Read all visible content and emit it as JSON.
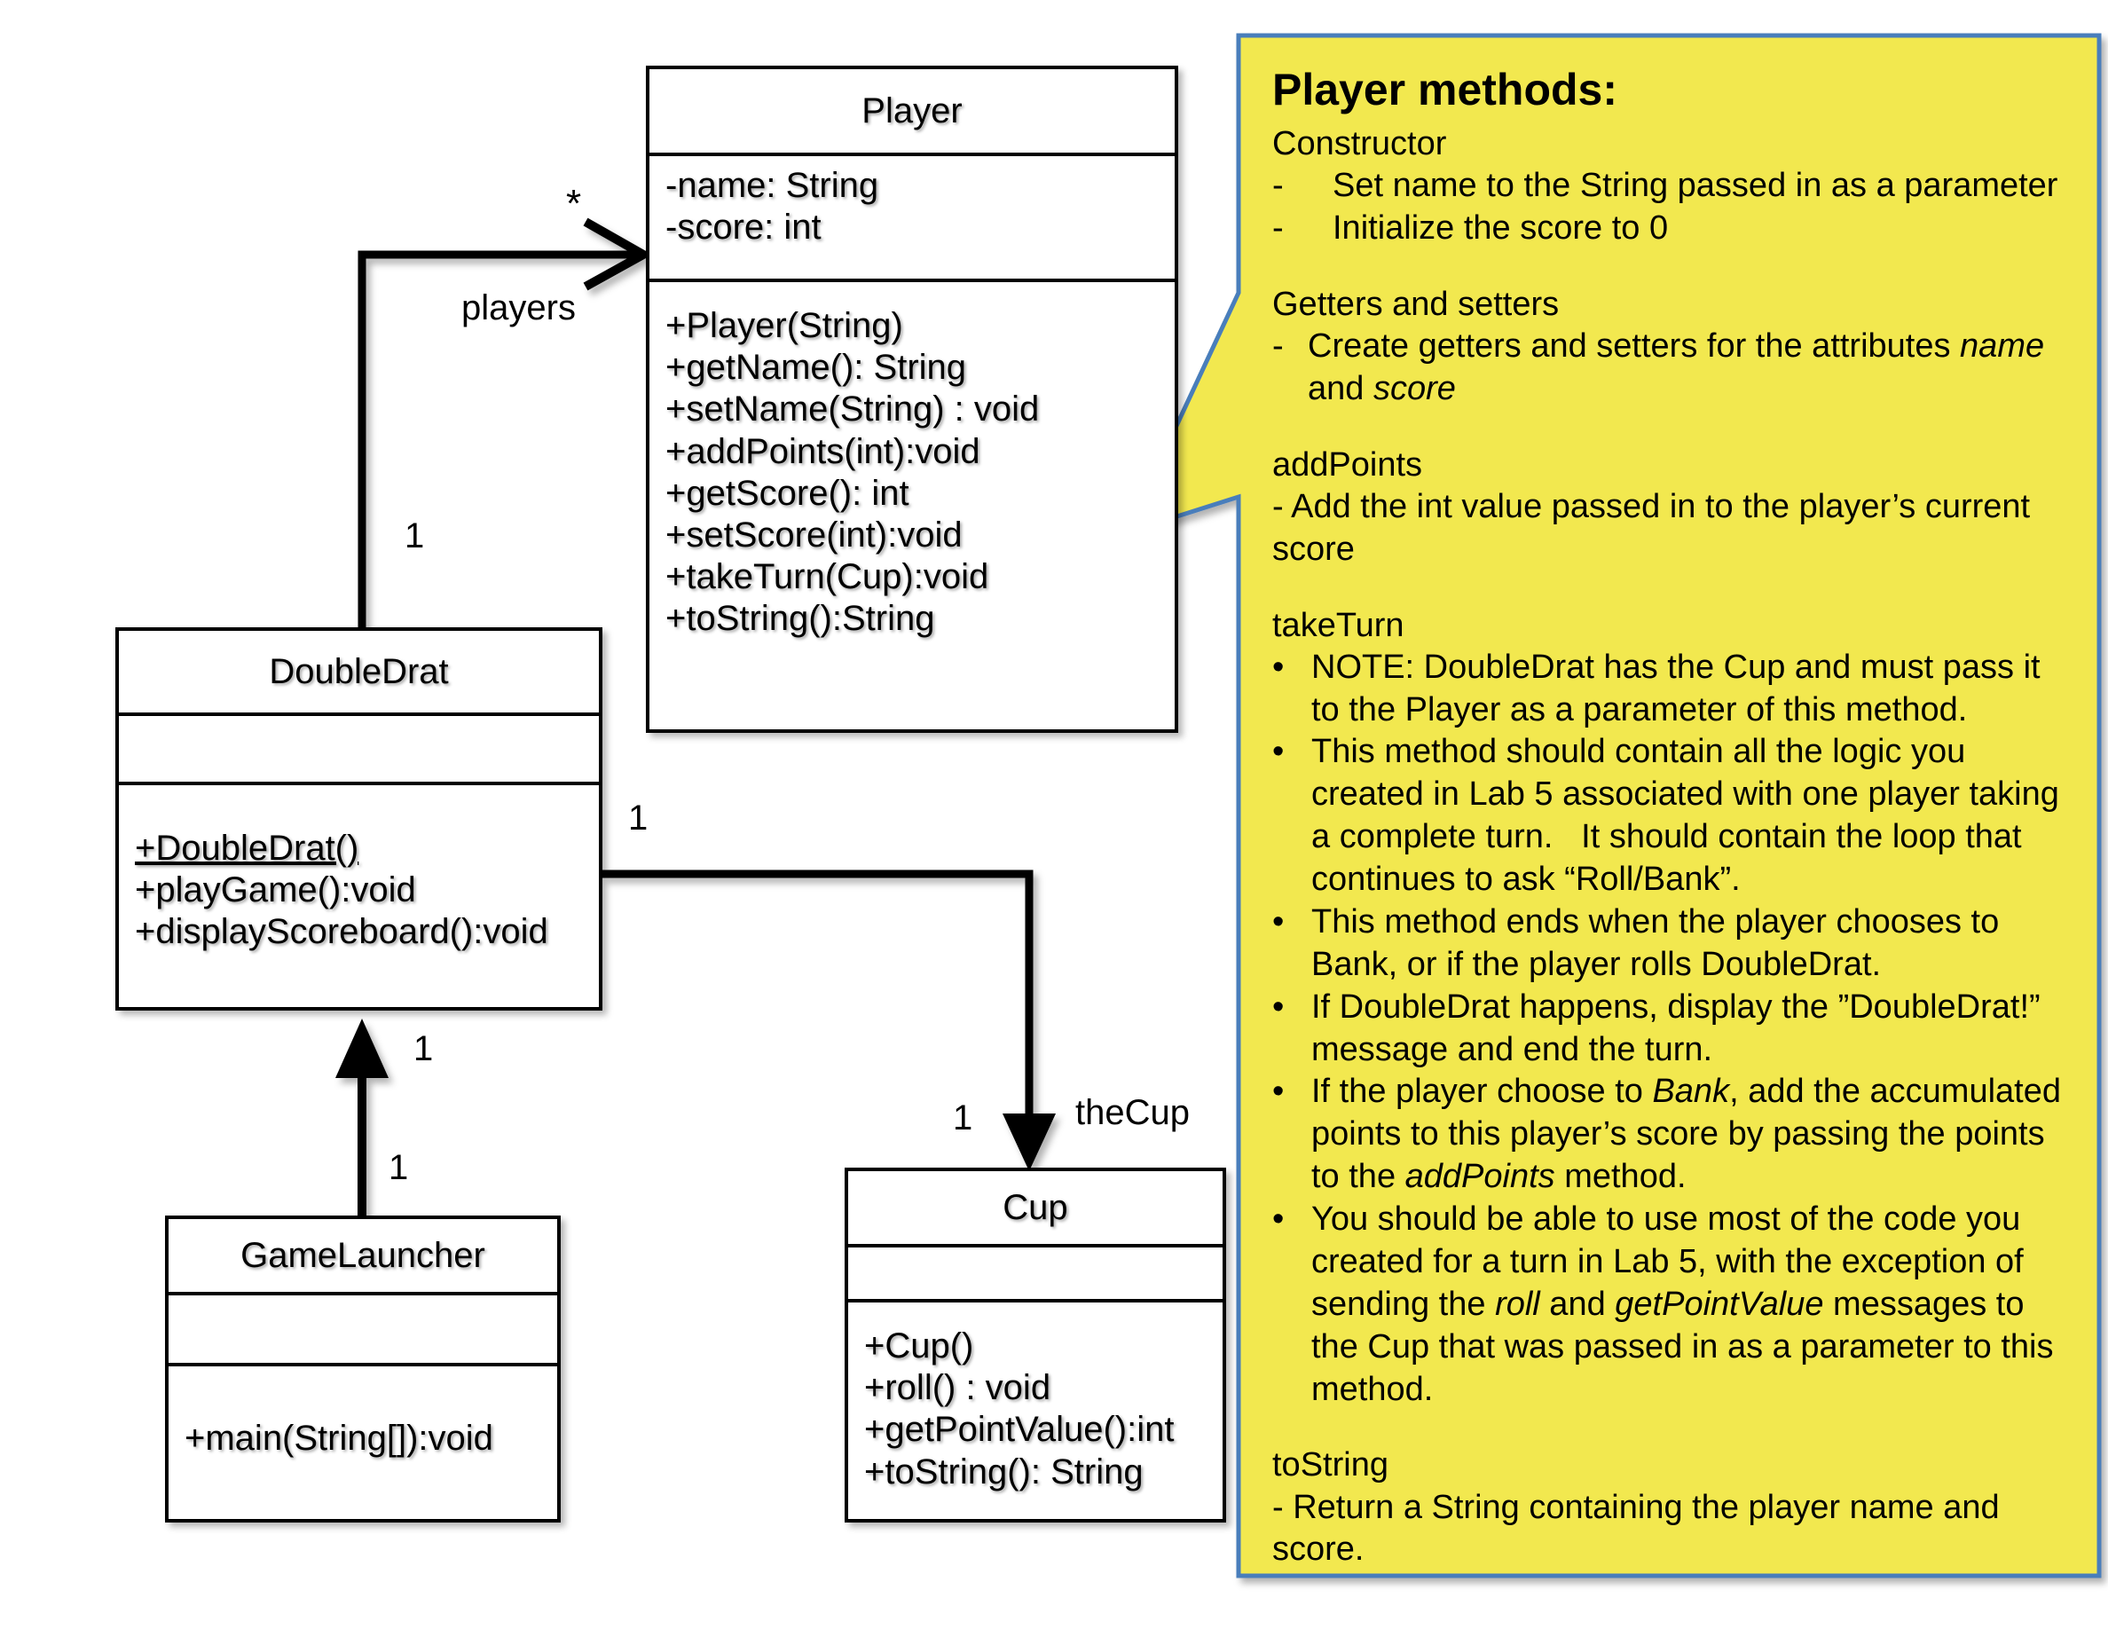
{
  "diagram": {
    "type": "uml-class-diagram",
    "classes": [
      {
        "id": "player",
        "name": "Player",
        "attributes": [
          "-name: String",
          "-score: int"
        ],
        "operations": [
          {
            "text": "+Player(String)",
            "static": false
          },
          {
            "text": "+getName(): String",
            "static": false
          },
          {
            "text": "+setName(String) : void",
            "static": false
          },
          {
            "text": "+addPoints(int):void",
            "static": false
          },
          {
            "text": "+getScore(): int",
            "static": false
          },
          {
            "text": "+setScore(int):void",
            "static": false
          },
          {
            "text": "+takeTurn(Cup):void",
            "static": false
          },
          {
            "text": "+toString():String",
            "static": false
          }
        ]
      },
      {
        "id": "doubledrat",
        "name": "DoubleDrat",
        "attributes": [],
        "operations": [
          {
            "text": "+DoubleDrat()",
            "static": true
          },
          {
            "text": "+playGame():void",
            "static": false
          },
          {
            "text": "+displayScoreboard():void",
            "static": false
          }
        ]
      },
      {
        "id": "gamelauncher",
        "name": "GameLauncher",
        "attributes": [],
        "operations": [
          {
            "text": "+main(String[]):void",
            "static": false
          }
        ]
      },
      {
        "id": "cup",
        "name": "Cup",
        "attributes": [],
        "operations": [
          {
            "text": "+Cup()",
            "static": false
          },
          {
            "text": "+roll() : void",
            "static": false
          },
          {
            "text": "+getPointValue():int",
            "static": false
          },
          {
            "text": "+toString(): String",
            "static": false
          }
        ]
      }
    ],
    "associations": [
      {
        "id": "dd-player",
        "from": "DoubleDrat",
        "to": "Player",
        "role": "players",
        "from_multiplicity": "1",
        "to_multiplicity": "*"
      },
      {
        "id": "dd-cup",
        "from": "DoubleDrat",
        "to": "Cup",
        "role": "theCup",
        "from_multiplicity": "1",
        "to_multiplicity": "1"
      },
      {
        "id": "gl-dd",
        "from": "GameLauncher",
        "to": "DoubleDrat",
        "role": "",
        "from_multiplicity": "1",
        "to_multiplicity": "1"
      }
    ]
  },
  "callout": {
    "title": "Player methods:",
    "fill_color": "#F2E84F",
    "border_color": "#4A7EBB",
    "sections": [
      {
        "heading": "Constructor",
        "items": [
          {
            "marker": "-",
            "text": "Set name to the String passed in as a parameter"
          },
          {
            "marker": "-",
            "text": "Initialize the score to 0"
          }
        ]
      },
      {
        "heading": "Getters and setters",
        "items": [
          {
            "marker": "-",
            "text_html": "Create getters and setters for the attributes <span class=\"it\">name</span> and <span class=\"it\">score</span>"
          }
        ]
      },
      {
        "heading": "addPoints",
        "paragraph": "- Add the int value passed in to the player’s current score"
      },
      {
        "heading": "takeTurn",
        "bullets": [
          {
            "text_html": "NOTE: DoubleDrat has the Cup and must pass it to the Player as a parameter of this method."
          },
          {
            "text_html": "This method should contain all the logic you created in Lab 5 associated with one player taking a complete turn.&nbsp;&nbsp; It should contain the loop that continues to ask “Roll/Bank”."
          },
          {
            "text_html": "This method ends when the player chooses to Bank, or if the player rolls DoubleDrat."
          },
          {
            "text_html": "If DoubleDrat happens, display the ”DoubleDrat!” message and end the turn."
          },
          {
            "text_html": "If the player choose to <span class=\"it\">Bank</span>, add the accumulated points to this player’s score by passing the points to the <span class=\"it\">addPoints</span> method."
          },
          {
            "text_html": "You should be able to use most of the code you created for a turn in Lab 5, with the exception of sending the <span class=\"it\">roll</span> and <span class=\"it\">getPointValue</span> messages to the Cup that was passed in as a parameter to this method."
          }
        ]
      },
      {
        "heading": "toString",
        "paragraph": "- Return a String containing the player name and score."
      }
    ]
  }
}
